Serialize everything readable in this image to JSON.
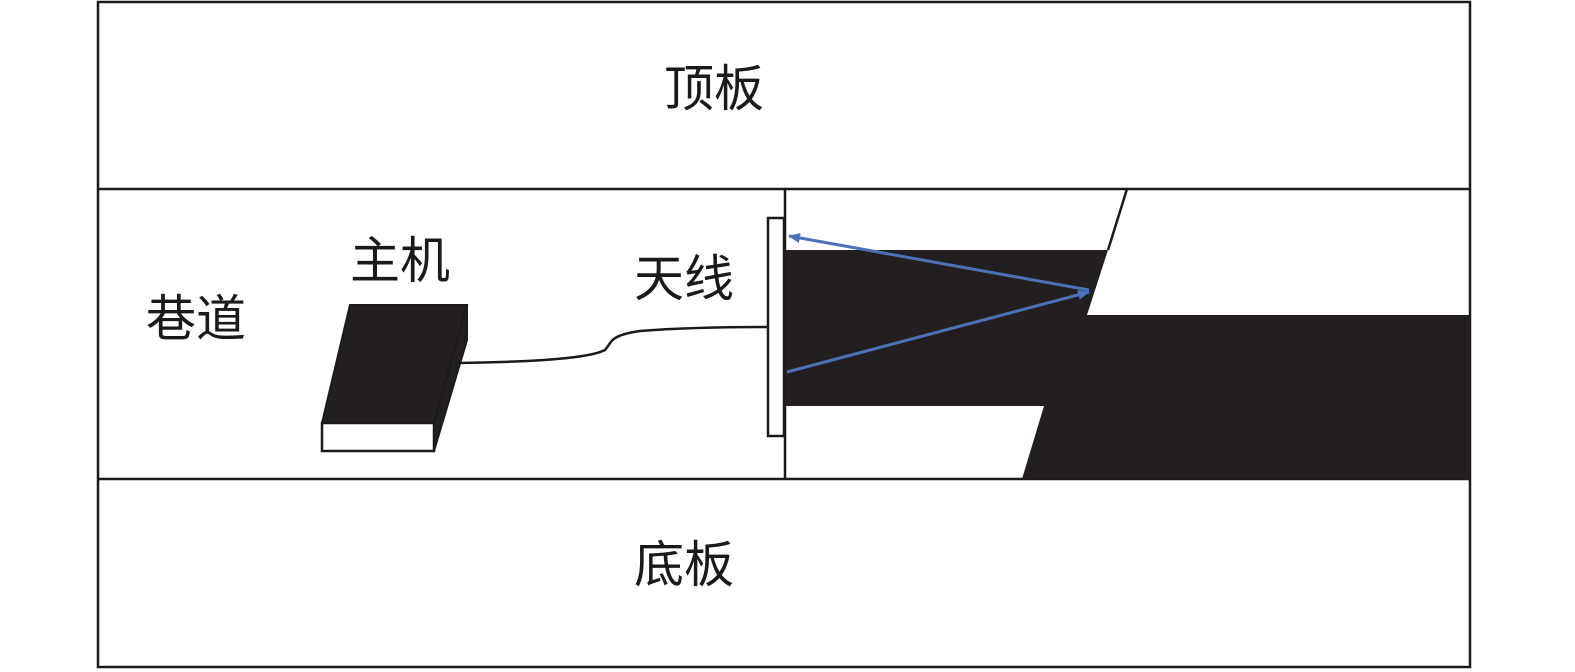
{
  "labels": {
    "roof": "顶板",
    "roadway": "巷道",
    "host": "主机",
    "antenna": "天线",
    "floor": "底板"
  },
  "colors": {
    "line": "#1a1a1a",
    "coal_seam": "#231f20",
    "wave_arrow": "#4a72b8",
    "background": "#ffffff"
  }
}
